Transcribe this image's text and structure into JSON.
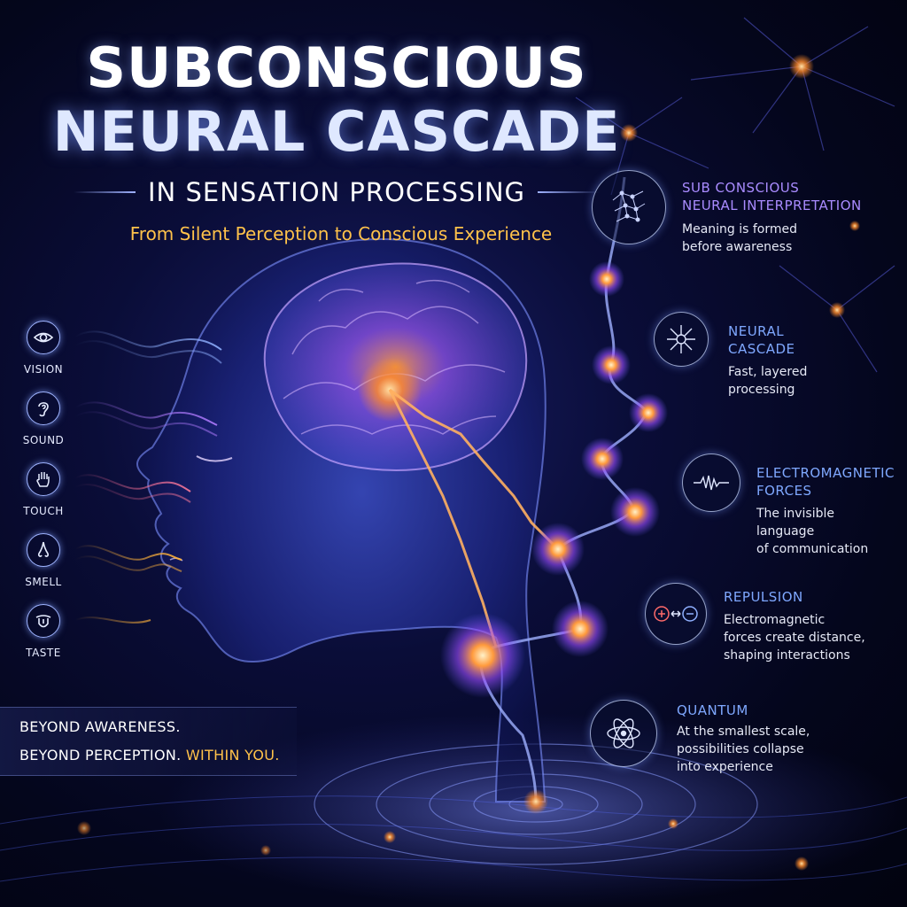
{
  "title": {
    "line1": "SUBCONSCIOUS",
    "line2": "NEURAL CASCADE",
    "subtitle": "IN SENSATION PROCESSING",
    "tagline": "From Silent Perception to Conscious Experience"
  },
  "senses": [
    {
      "label": "VISION",
      "icon": "eye-icon"
    },
    {
      "label": "SOUND",
      "icon": "ear-icon"
    },
    {
      "label": "TOUCH",
      "icon": "hand-icon"
    },
    {
      "label": "SMELL",
      "icon": "nose-icon"
    },
    {
      "label": "TASTE",
      "icon": "tongue-icon"
    }
  ],
  "panel": [
    {
      "heading": [
        "SUB CONSCIOUS",
        "NEURAL INTERPRETATION"
      ],
      "desc": [
        "Meaning is formed",
        "before awareness"
      ],
      "icon": "neural-network-icon"
    },
    {
      "heading": [
        "NEURAL",
        "CASCADE"
      ],
      "desc": [
        "Fast, layered",
        "processing"
      ],
      "icon": "neuron-icon"
    },
    {
      "heading": [
        "ELECTROMAGNETIC",
        "FORCES"
      ],
      "desc": [
        "The invisible language",
        "of communication"
      ],
      "icon": "wave-icon"
    },
    {
      "heading": [
        "REPULSION"
      ],
      "desc": [
        "Electromagnetic",
        "forces create distance,",
        "shaping interactions"
      ],
      "icon": "charges-icon"
    },
    {
      "heading": [
        "QUANTUM"
      ],
      "desc": [
        "At the smallest scale,",
        "possibilities collapse",
        "into experience"
      ],
      "icon": "atom-icon"
    }
  ],
  "awareness": {
    "line1": "BEYOND AWARENESS.",
    "line2_a": "BEYOND PERCEPTION.",
    "line2_b": "WITHIN YOU."
  },
  "colors": {
    "accent_gold": "#ffc24a",
    "accent_violet": "#a98bff",
    "accent_blue": "#7fa8ff",
    "glow_orange": "#ff9a3c"
  }
}
